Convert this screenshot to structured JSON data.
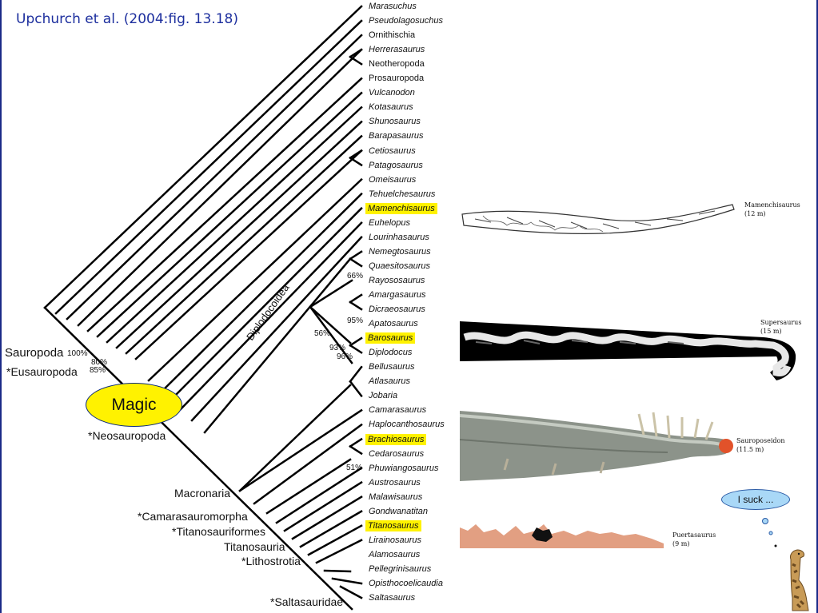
{
  "title": "Upchurch et al. (2004:fig. 13.18)",
  "taxa": [
    {
      "name": "Marasuchus",
      "style": "italic"
    },
    {
      "name": "Pseudolagosuchus",
      "style": "italic"
    },
    {
      "name": "Ornithischia",
      "style": "plain"
    },
    {
      "name": "Herrerasaurus",
      "style": "italic"
    },
    {
      "name": "Neotheropoda",
      "style": "plain"
    },
    {
      "name": "Prosauropoda",
      "style": "plain"
    },
    {
      "name": "Vulcanodon",
      "style": "italic"
    },
    {
      "name": "Kotasaurus",
      "style": "italic"
    },
    {
      "name": "Shunosaurus",
      "style": "italic"
    },
    {
      "name": "Barapasaurus",
      "style": "italic"
    },
    {
      "name": "Cetiosaurus",
      "style": "italic"
    },
    {
      "name": "Patagosaurus",
      "style": "italic"
    },
    {
      "name": "Omeisaurus",
      "style": "italic"
    },
    {
      "name": "Tehuelchesaurus",
      "style": "italic"
    },
    {
      "name": "Mamenchisaurus",
      "style": "italic",
      "highlight": true
    },
    {
      "name": "Euhelopus",
      "style": "italic"
    },
    {
      "name": "Lourinhasaurus",
      "style": "italic"
    },
    {
      "name": "Nemegtosaurus",
      "style": "italic"
    },
    {
      "name": "Quaesitosaurus",
      "style": "italic"
    },
    {
      "name": "Rayososaurus",
      "style": "italic"
    },
    {
      "name": "Amargasaurus",
      "style": "italic"
    },
    {
      "name": "Dicraeosaurus",
      "style": "italic"
    },
    {
      "name": "Apatosaurus",
      "style": "italic"
    },
    {
      "name": "Barosaurus",
      "style": "italic",
      "highlight": true
    },
    {
      "name": "Diplodocus",
      "style": "italic"
    },
    {
      "name": "Bellusaurus",
      "style": "italic"
    },
    {
      "name": "Atlasaurus",
      "style": "italic"
    },
    {
      "name": "Jobaria",
      "style": "italic"
    },
    {
      "name": "Camarasaurus",
      "style": "italic"
    },
    {
      "name": "Haplocanthosaurus",
      "style": "italic"
    },
    {
      "name": "Brachiosaurus",
      "style": "italic",
      "highlight": true
    },
    {
      "name": "Cedarosaurus",
      "style": "italic"
    },
    {
      "name": "Phuwiangosaurus",
      "style": "italic"
    },
    {
      "name": "Austrosaurus",
      "style": "italic"
    },
    {
      "name": "Malawisaurus",
      "style": "italic"
    },
    {
      "name": "Gondwanatitan",
      "style": "italic"
    },
    {
      "name": "Titanosaurus",
      "style": "italic",
      "highlight": true
    },
    {
      "name": "Lirainosaurus",
      "style": "italic"
    },
    {
      "name": "Alamosaurus",
      "style": "italic"
    },
    {
      "name": "Pellegrinisaurus",
      "style": "italic"
    },
    {
      "name": "Opisthocoelicaudia",
      "style": "italic"
    },
    {
      "name": "Saltasaurus",
      "style": "italic"
    }
  ],
  "clades": {
    "sauropoda": "Sauropoda",
    "eusauropoda": "*Eusauropoda",
    "neosauropoda": "*Neosauropoda",
    "diplodocoidea": "Diplodocoidea",
    "macronaria": "Macronaria",
    "camarasauromorpha": "*Camarasauromorpha",
    "titanosauriformes": "*Titanosauriformes",
    "titanosauria": "Titanosauria",
    "lithostrotia": "*Lithostrotia",
    "saltasauridae": "*Saltasauridae"
  },
  "support": {
    "sauropoda_100": "100%",
    "s80": "80%",
    "eusauropoda_85": "85%",
    "nemegto_66": "66%",
    "dicraeo_95": "95%",
    "diplo_56": "56%",
    "baro_93": "93%",
    "diplo_96": "96%",
    "brachio_51": "51%"
  },
  "magic_label": "Magic",
  "thought_bubble": "I suck ...",
  "neck_figures": [
    {
      "name": "Mamenchisaurus",
      "size": "(12 m)",
      "color": "#ffffff"
    },
    {
      "name": "Supersaurus",
      "size": "(15  m)",
      "color": "#000000"
    },
    {
      "name": "Sauroposeidon",
      "size": "(11.5 m)",
      "color": "#8a9189"
    },
    {
      "name": "Puertasaurus",
      "size": "(9 m)",
      "color": "#e29f82"
    }
  ],
  "colors": {
    "title": "#1d2f9e",
    "highlight": "#fff200",
    "frame": "#1b2a88",
    "bubble": "#a9d8f7"
  }
}
